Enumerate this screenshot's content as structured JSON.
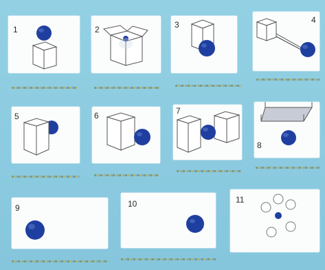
{
  "panels": [
    {
      "number": "1"
    },
    {
      "number": "2"
    },
    {
      "number": "3"
    },
    {
      "number": "4"
    },
    {
      "number": "5"
    },
    {
      "number": "6"
    },
    {
      "number": "7"
    },
    {
      "number": "8"
    },
    {
      "number": "9"
    },
    {
      "number": "10"
    },
    {
      "number": "11"
    }
  ],
  "colors": {
    "background": "#8fcde0",
    "card": "#fbfcfc",
    "ball": "#1f3fa0",
    "box_line": "#555555"
  }
}
